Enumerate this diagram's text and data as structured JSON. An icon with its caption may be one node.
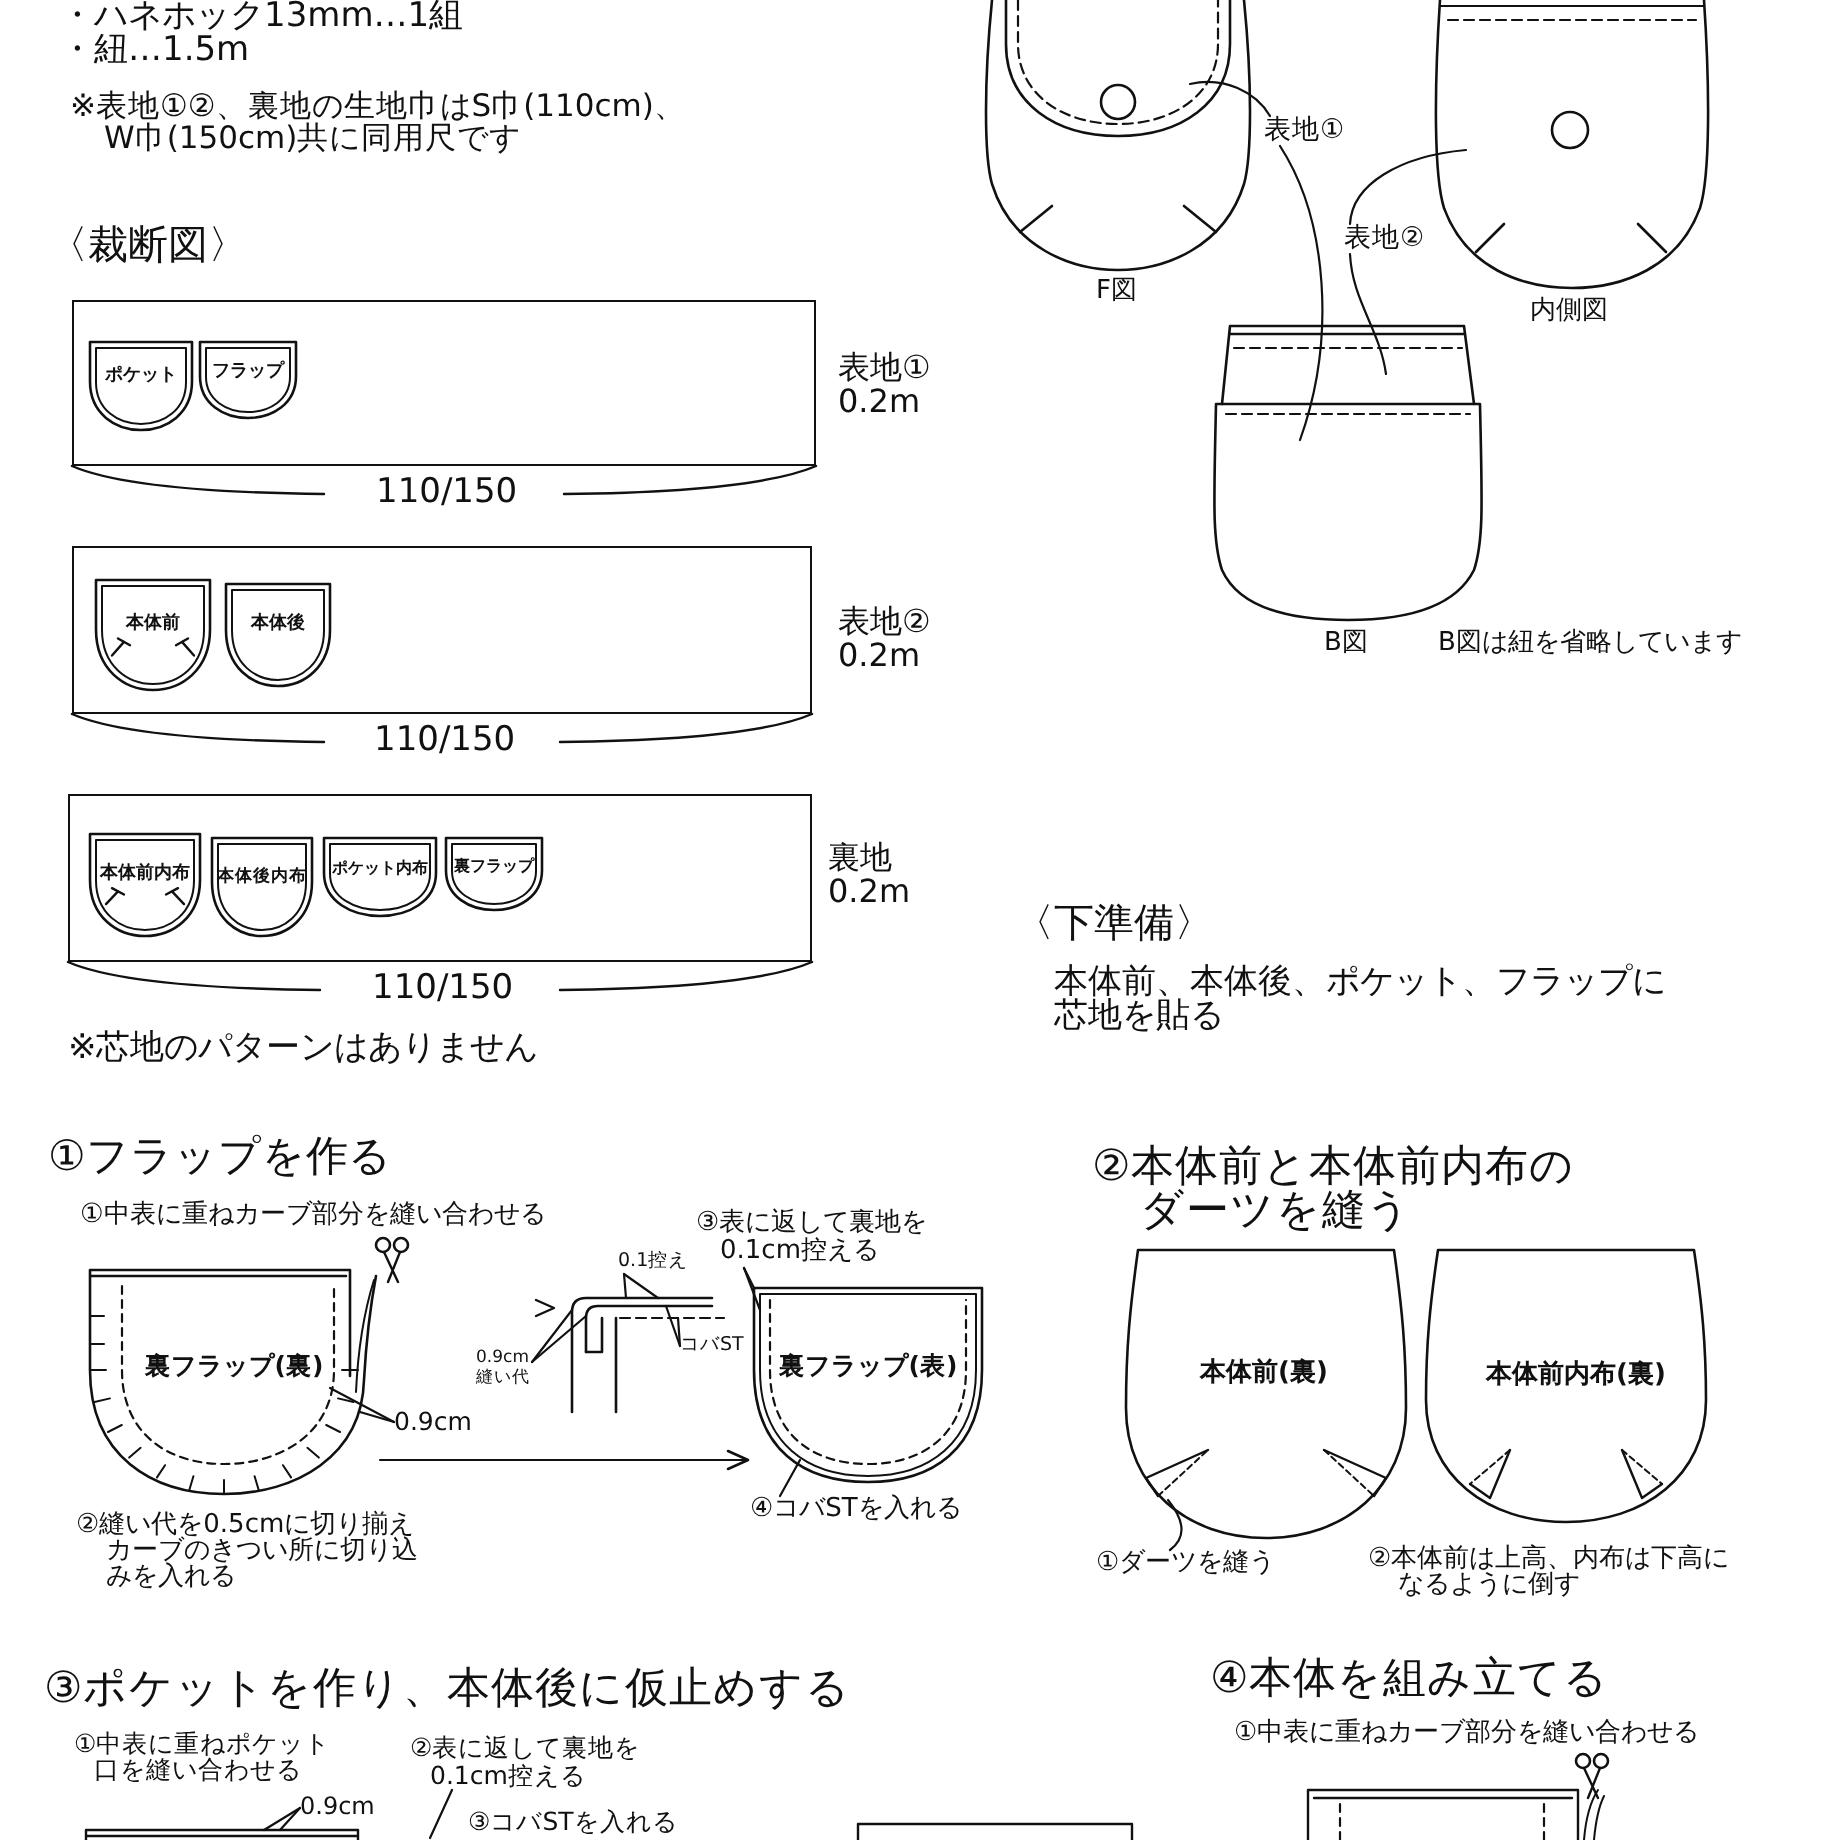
{
  "diagram": {
    "nodes": [
      {
        "text": [],
        "shape": "box",
        "beside": [
          "表地①",
          "0.2m"
        ]
      },
      {
        "text": [
          "ポケット"
        ],
        "in": 0
      },
      {
        "text": [
          "フラップ"
        ],
        "in": 0
      },
      {
        "text": [],
        "shape": "box",
        "beside": [
          "表地②",
          "0.2m"
        ]
      },
      {
        "text": [
          "本体前"
        ],
        "in": 3
      },
      {
        "text": [
          "本体後"
        ],
        "in": 3
      },
      {
        "text": [],
        "shape": "box",
        "beside": [
          "裏地",
          "0.2m"
        ]
      },
      {
        "text": [
          "本体前内布"
        ],
        "in": 6
      },
      {
        "text": [
          "本体後内布"
        ],
        "in": 6
      },
      {
        "text": [
          "ポケット内布"
        ],
        "in": 6
      },
      {
        "text": [
          "裏フラップ"
        ],
        "in": 6
      },
      {
        "text": [],
        "shape": "picture",
        "beside": [
          "F図"
        ]
      },
      {
        "text": [
          "表地①"
        ]
      },
      {
        "text": [],
        "shape": "picture",
        "beside": [
          "内側図"
        ]
      },
      {
        "text": [
          "表地②"
        ]
      },
      {
        "text": [],
        "shape": "picture",
        "beside": [
          "B図"
        ]
      },
      {
        "text": [
          "裏フラップ(裏)"
        ]
      },
      {
        "text": [
          "0.9cm"
        ]
      },
      {
        "text": [],
        "shape": "picture"
      },
      {
        "text": [
          "0.1控え"
        ]
      },
      {
        "text": [
          "コバST"
        ]
      },
      {
        "text": [
          "0.9cm縫い代"
        ]
      },
      {
        "text": [
          "裏フラップ(表)"
        ]
      },
      {
        "text": [
          "③表に返して裏地を0.1cm控える"
        ]
      },
      {
        "text": [
          "④コバSTを入れる"
        ]
      },
      {
        "text": [
          "本体前(裏)"
        ]
      },
      {
        "text": [],
        "shape": "triangle",
        "in": 25
      },
      {
        "text": [
          "①ダーツを縫う"
        ]
      },
      {
        "text": [
          "本体前内布(裏)"
        ]
      },
      {
        "text": [
          "0.9cm"
        ]
      },
      {
        "text": [
          "②表に返して裏地を0.1cm控える"
        ]
      },
      {
        "text": [],
        "shape": "picture"
      }
    ],
    "edges": [
      {
        "from": 12,
        "to": 11,
        "arrow": "none"
      },
      {
        "from": 12,
        "to": 15,
        "arrow": "none"
      },
      {
        "from": 14,
        "to": 13,
        "arrow": "none"
      },
      {
        "from": 14,
        "to": 15,
        "arrow": "none"
      },
      {
        "from": 17,
        "to": 16,
        "arrow": "none"
      },
      {
        "from": 17,
        "to": 16,
        "arrow": "none"
      },
      {
        "from": 16,
        "to": 22,
        "arrow": "to"
      },
      {
        "from": 19,
        "to": 18,
        "arrow": "none"
      },
      {
        "from": 19,
        "to": 18,
        "arrow": "none"
      },
      {
        "from": 20,
        "to": 18,
        "arrow": "none"
      },
      {
        "from": 20,
        "to": 18,
        "arrow": "none"
      },
      {
        "from": 21,
        "to": 18,
        "arrow": "none"
      },
      {
        "from": 21,
        "to": 18,
        "arrow": "none"
      },
      {
        "from": 23,
        "to": 22,
        "arrow": "none"
      },
      {
        "from": 23,
        "to": 22,
        "arrow": "none"
      },
      {
        "from": 24,
        "to": 22,
        "arrow": "none"
      },
      {
        "from": 27,
        "to": 26,
        "arrow": "none"
      },
      {
        "from": 29,
        "to": 31,
        "arrow": "none"
      },
      {
        "from": 29,
        "to": 31,
        "arrow": "none"
      },
      {
        "from": 30,
        "to": null,
        "arrow": "none"
      }
    ],
    "labels": [
      "・ハネホック13mm…1組",
      "・紐…1.5m",
      "※表地①②、裏地の生地巾はS巾(110cm)、W巾(150cm)共に同用尺です",
      "〈裁断図〉",
      "110/150",
      "110/150",
      "110/150",
      "※芯地のパターンはありません",
      "B図は紐を省略しています",
      "〈下準備〉",
      "本体前、本体後、ポケット、フラップに芯地を貼る",
      "①フラップを作る",
      "①中表に重ねカーブ部分を縫い合わせる",
      "②縫い代を0.5cmに切り揃えカーブのきつい所に切り込みを入れる",
      "②本体前と本体前内布のダーツを縫う",
      "②本体前は上高、内布は下高になるように倒す",
      "③ポケットを作り、本体後に仮止めする",
      "①中表に重ねポケット口を縫い合わせる",
      "③コバSTを入れる",
      "④本体を組み立てる",
      "①中表に重ねカーブ部分を縫い合わせる"
    ]
  }
}
